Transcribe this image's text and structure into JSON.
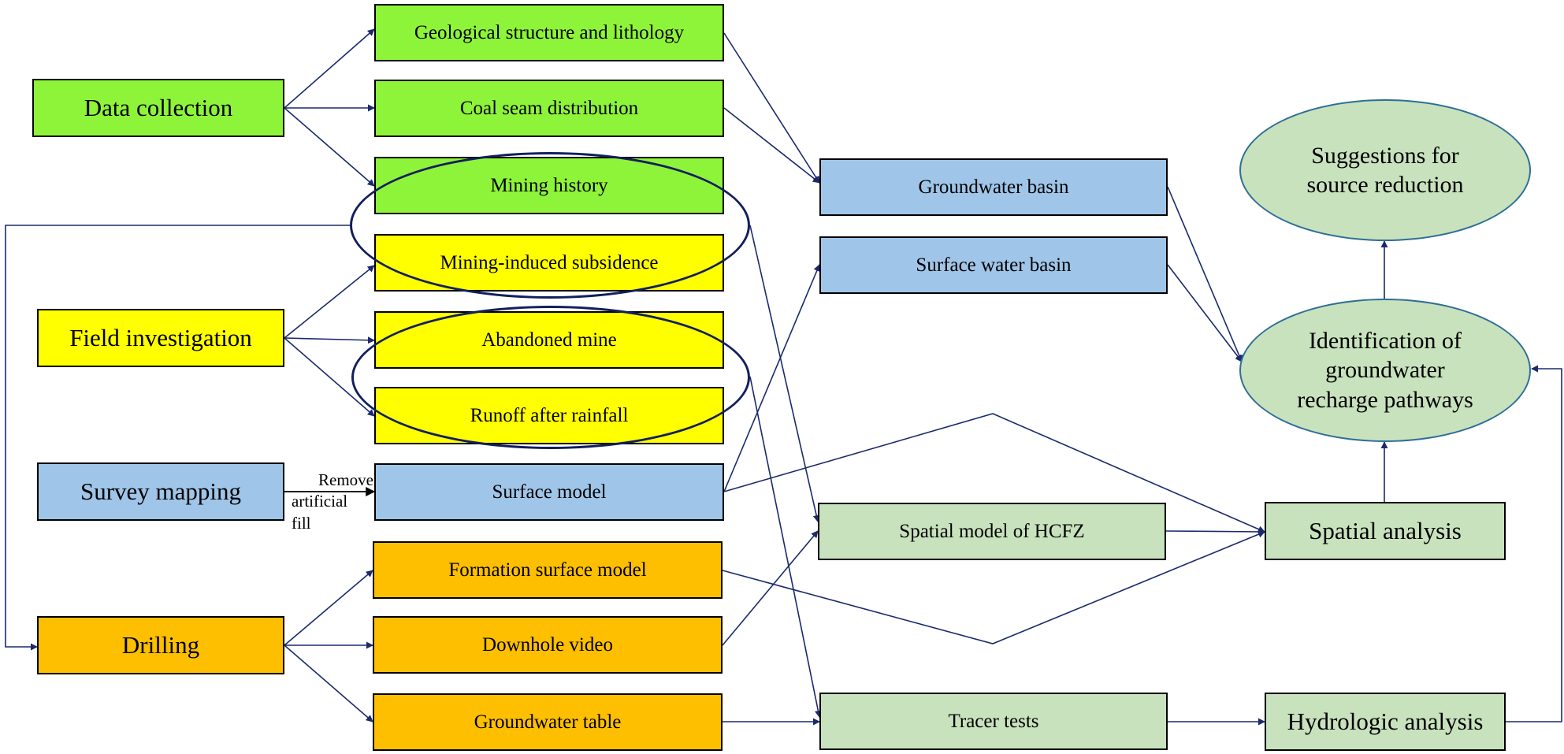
{
  "colors": {
    "green": "#8ef43a",
    "yellow": "#ffff00",
    "blue": "#9fc5e8",
    "orange": "#fdbf00",
    "pale_green": "#c8e2bd",
    "arrow": "#1a2a6c"
  },
  "sources": {
    "data_collection": "Data collection",
    "field_investigation": "Field investigation",
    "survey_mapping": "Survey mapping",
    "drilling": "Drilling"
  },
  "items": {
    "geological": "Geological structure and lithology",
    "coal_seam": "Coal seam distribution",
    "mining_history": "Mining history",
    "subsidence": "Mining-induced subsidence",
    "abandoned_mine": "Abandoned mine",
    "runoff": "Runoff after rainfall",
    "surface_model": "Surface model",
    "formation_surface": "Formation surface model",
    "downhole_video": "Downhole video",
    "groundwater_table": "Groundwater table"
  },
  "models": {
    "groundwater_basin": "Groundwater basin",
    "surface_water_basin": "Surface water basin",
    "spatial_model_hcfz": "Spatial model of HCFZ",
    "tracer_tests": "Tracer tests"
  },
  "analysis": {
    "spatial": "Spatial analysis",
    "hydrologic": "Hydrologic analysis"
  },
  "outcomes": {
    "identification_line1": "Identification of",
    "identification_line2": "groundwater",
    "identification_line3": "recharge pathways",
    "suggestions_line1": "Suggestions for",
    "suggestions_line2": "source reduction"
  },
  "annotation": {
    "line1": "Remove",
    "line2": "artificial",
    "line3": "fill"
  }
}
